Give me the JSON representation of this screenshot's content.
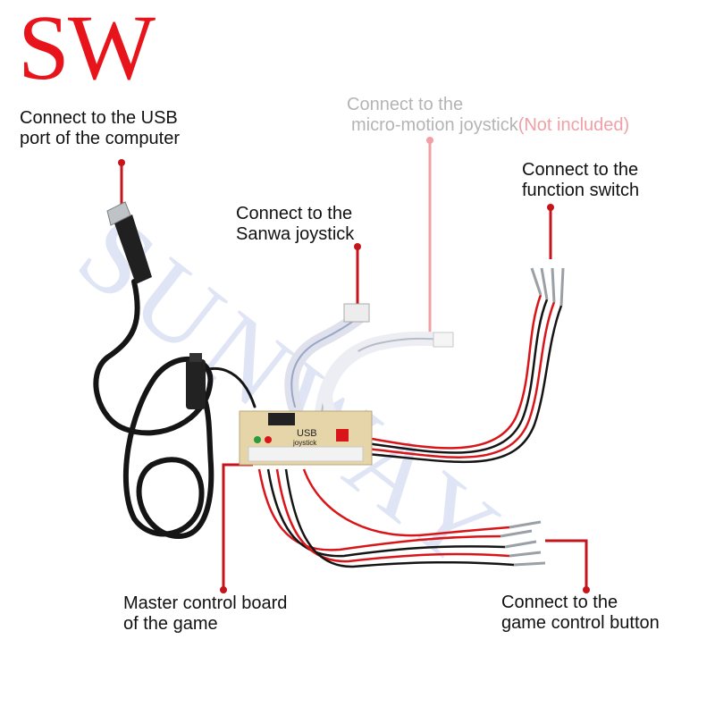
{
  "logo": {
    "text": "SW",
    "color": "#e8141b"
  },
  "watermark": {
    "text": "SUNWAY",
    "color": "#c8d0ee"
  },
  "labels": {
    "usb": {
      "line1": "Connect  to the USB",
      "line2": "port of the computer"
    },
    "micro_motion": {
      "line1": "Connect to the",
      "line2": "micro-motion joystick",
      "note": "(Not included)"
    },
    "function_switch": {
      "line1": "Connect to the",
      "line2": "function switch"
    },
    "sanwa": {
      "line1": "Connect to the",
      "line2": "Sanwa joystick"
    },
    "master_board": {
      "line1": "Master control board",
      "line2": "of the game"
    },
    "game_button": {
      "line1": "Connect to the",
      "line2": "game control button"
    }
  },
  "board": {
    "line1": "USB",
    "line2": "joystick"
  },
  "colors": {
    "pointer": "#c4151c",
    "pointer_faded": "#f0a0a6",
    "cable": "#151515",
    "wire_red": "#d8161a",
    "board": "#e6d5a8"
  }
}
